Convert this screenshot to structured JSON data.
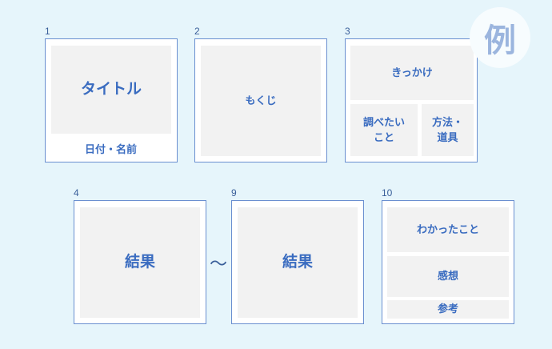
{
  "example_badge": "例",
  "range_separator": "～",
  "pages": [
    {
      "number": "1",
      "title": "タイトル",
      "footer": "日付・名前"
    },
    {
      "number": "2",
      "title": "もくじ"
    },
    {
      "number": "3",
      "top": "きっかけ",
      "left": "調べたい\nこと",
      "right": "方法・\n道具"
    },
    {
      "number": "4",
      "title": "結果"
    },
    {
      "number": "9",
      "title": "結果"
    },
    {
      "number": "10",
      "sections": [
        "わかったこと",
        "感想",
        "参考"
      ]
    }
  ]
}
